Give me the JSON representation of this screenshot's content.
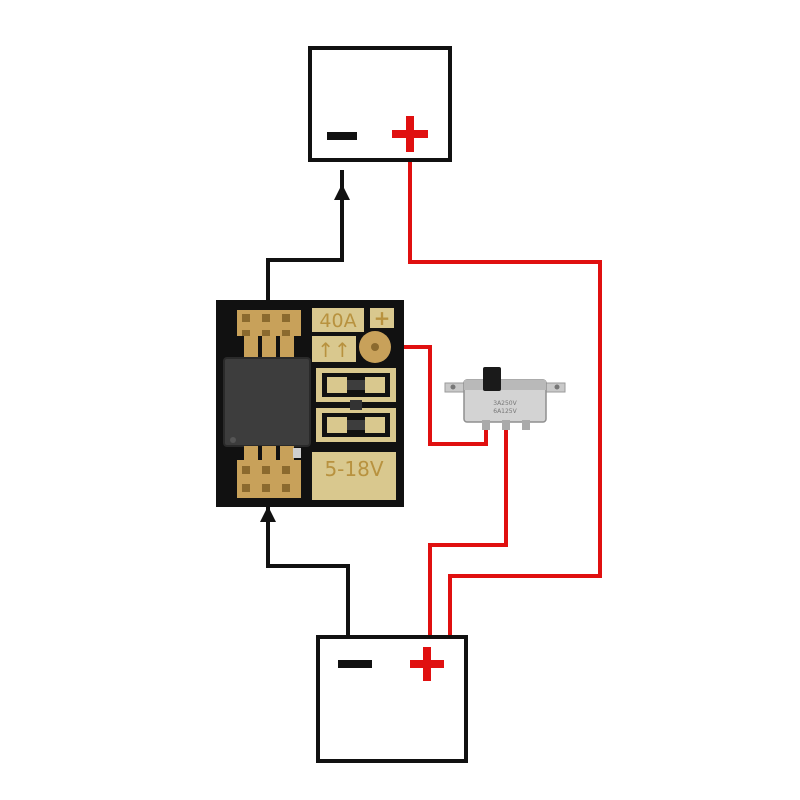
{
  "diagram": {
    "load": {
      "minus": "−",
      "plus": "+"
    },
    "battery": {
      "minus": "−",
      "plus": "+"
    },
    "module": {
      "current_label": "40A",
      "plus_label": "+",
      "arrow_label": "↑↑",
      "voltage_label": "5-18V"
    },
    "switch": {
      "rating_line1": "3A250V",
      "rating_line2": "6A125V"
    },
    "colors": {
      "positive_wire": "#e01010",
      "negative_wire": "#111111",
      "pcb": "#111111",
      "gold": "#c8a15a",
      "silkscreen_fill": "#d9c88e",
      "silkscreen_text": "#c49a45"
    }
  }
}
